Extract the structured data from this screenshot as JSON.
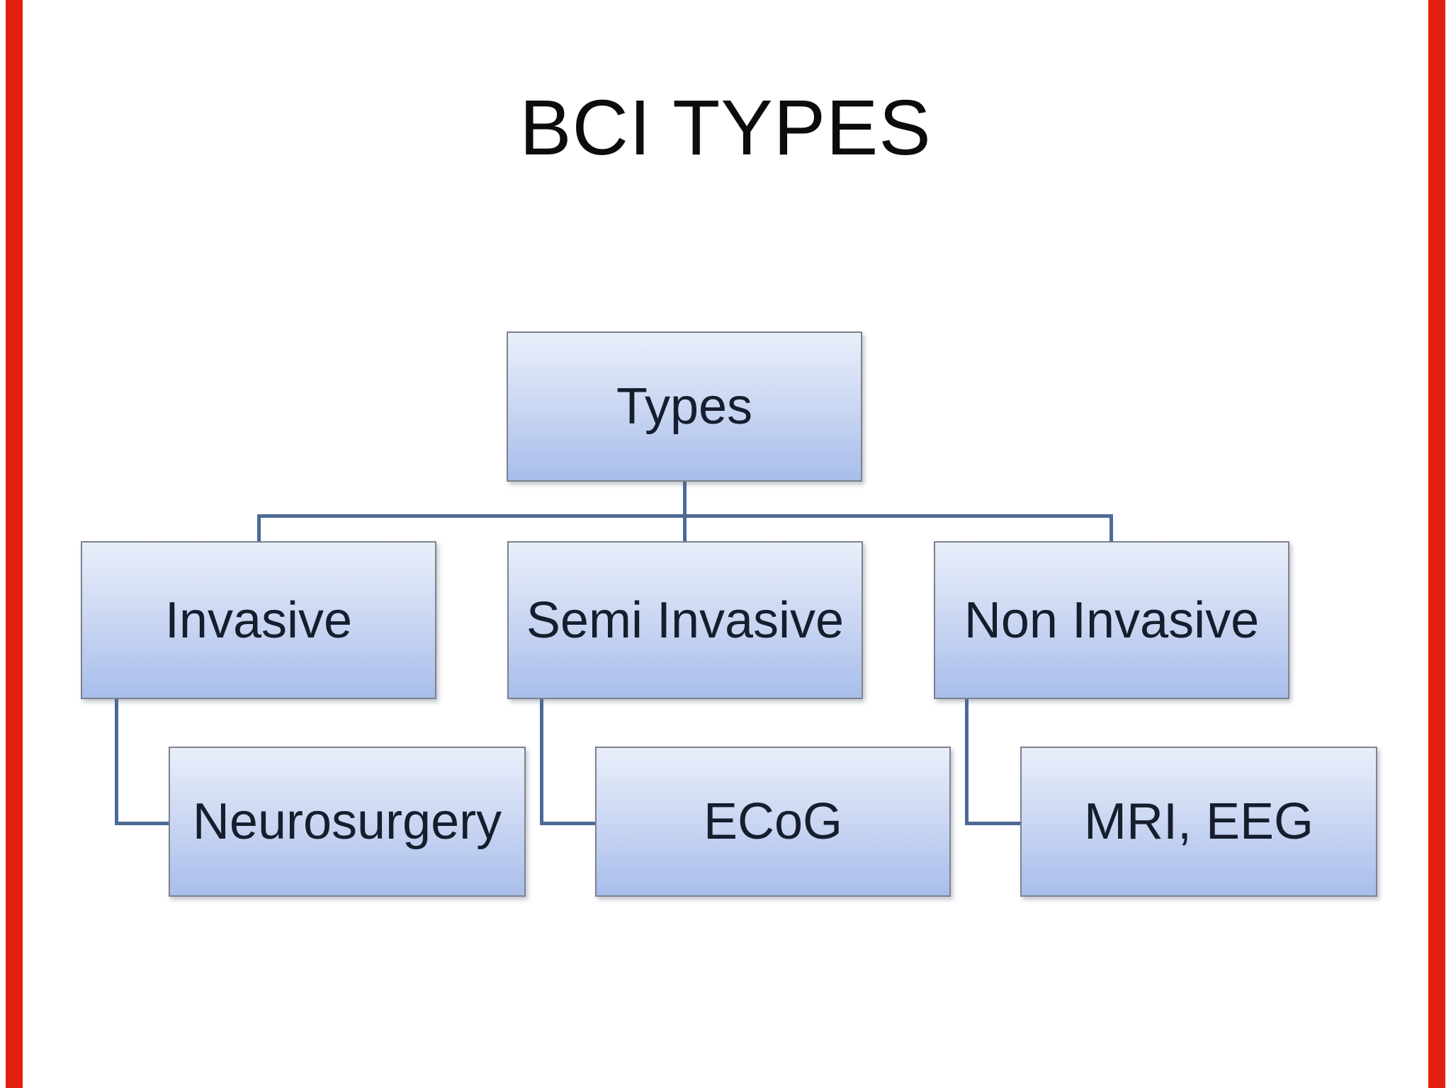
{
  "slide": {
    "title": "BCI TYPES"
  },
  "diagram": {
    "nodes": {
      "types": {
        "label": "Types"
      },
      "invasive": {
        "label": "Invasive"
      },
      "semi_invasive": {
        "label": "Semi Invasive"
      },
      "non_invasive": {
        "label": "Non Invasive"
      },
      "neurosurgery": {
        "label": "Neurosurgery"
      },
      "ecog": {
        "label": "ECoG"
      },
      "mri_eeg": {
        "label": "MRI, EEG"
      }
    },
    "structure": {
      "root": "types",
      "edges": [
        {
          "parent": "types",
          "child": "invasive"
        },
        {
          "parent": "types",
          "child": "semi_invasive"
        },
        {
          "parent": "types",
          "child": "non_invasive"
        },
        {
          "parent": "invasive",
          "child": "neurosurgery"
        },
        {
          "parent": "semi_invasive",
          "child": "ecog"
        },
        {
          "parent": "non_invasive",
          "child": "mri_eeg"
        }
      ]
    }
  },
  "theme": {
    "page_bg": "#ffffff",
    "title_color": "#0c0c0c",
    "box_grad_top": "#e9eefa",
    "box_grad_mid": "#c9d6f2",
    "box_grad_bottom": "#a8bdeb",
    "box_border": "#7d828c",
    "connector": "#4d6a95",
    "node_text": "#161e2e",
    "edge_bar": "#e3200f"
  }
}
